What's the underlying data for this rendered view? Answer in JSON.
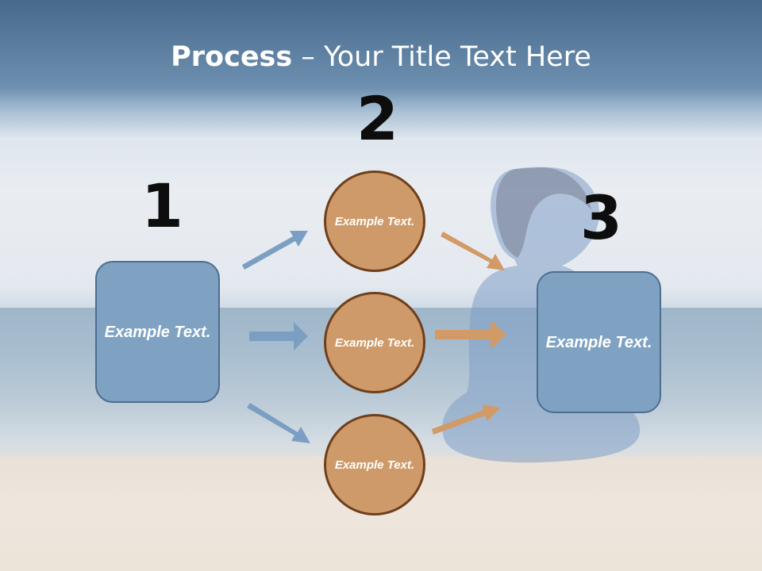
{
  "slide": {
    "title_bold": "Process",
    "title_rest": " – Your Title Text Here"
  },
  "steps": {
    "step1": {
      "number": "1",
      "text": "Example Text."
    },
    "step2": {
      "number": "2",
      "items": [
        "Example Text.",
        "Example Text.",
        "Example Text."
      ]
    },
    "step3": {
      "number": "3",
      "text": "Example Text."
    }
  },
  "colors": {
    "box_fill": "#7fa2c3",
    "box_border": "#4e6d8d",
    "circle_fill": "#cf9a69",
    "circle_border": "#6e3f1c",
    "blue_arrow": "#7b9fc2",
    "orange_arrow": "#d29a66",
    "title_band": "#47698b"
  },
  "icons": {
    "background": "beach-meditation-photo",
    "connectors": "arrow-icon"
  }
}
